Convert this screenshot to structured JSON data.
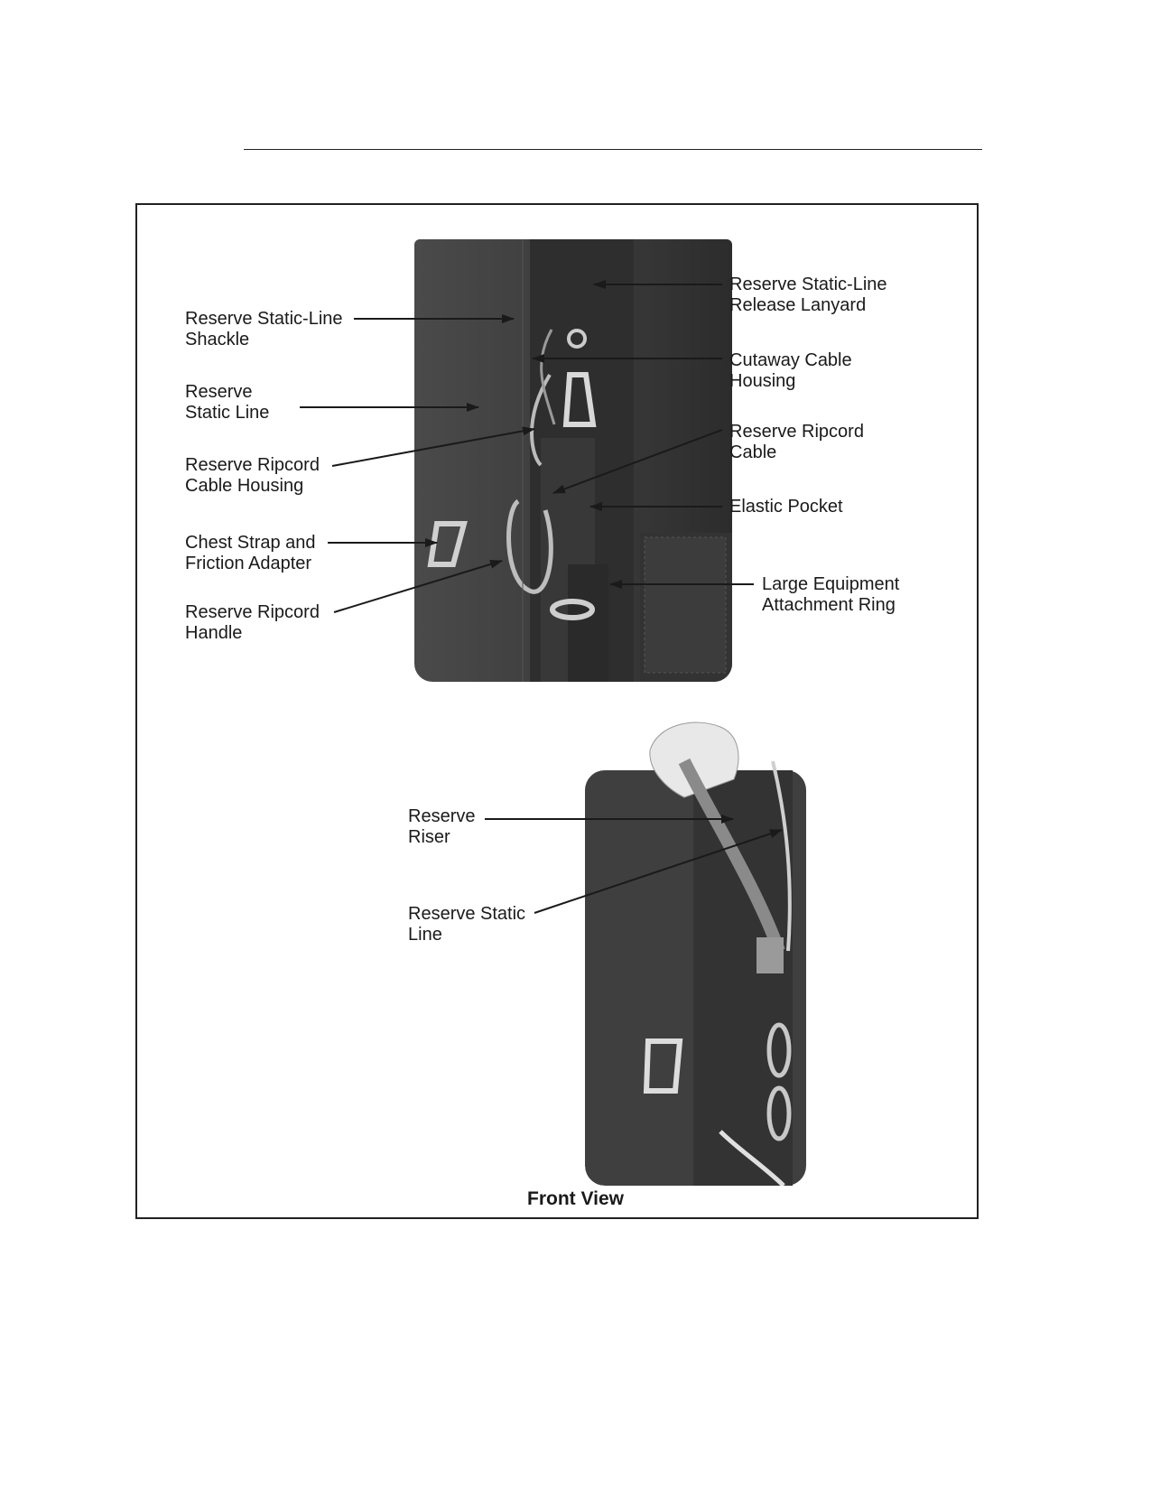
{
  "labels": {
    "rs_shackle": "Reserve Static-Line\nShackle",
    "rs_line_top": "Reserve\nStatic Line",
    "rip_housing": "Reserve Ripcord\nCable Housing",
    "chest_strap": "Chest Strap and\nFriction Adapter",
    "rip_handle": "Reserve Ripcord\nHandle",
    "release_lanyard": "Reserve Static-Line\nRelease Lanyard",
    "cutaway_housing": "Cutaway Cable\nHousing",
    "rip_cable": "Reserve Ripcord\nCable",
    "elastic_pocket": "Elastic Pocket",
    "equip_ring": "Large Equipment\nAttachment Ring",
    "reserve_riser": "Reserve\nRiser",
    "rs_line_bottom": "Reserve Static\nLine"
  },
  "caption": "Front View"
}
